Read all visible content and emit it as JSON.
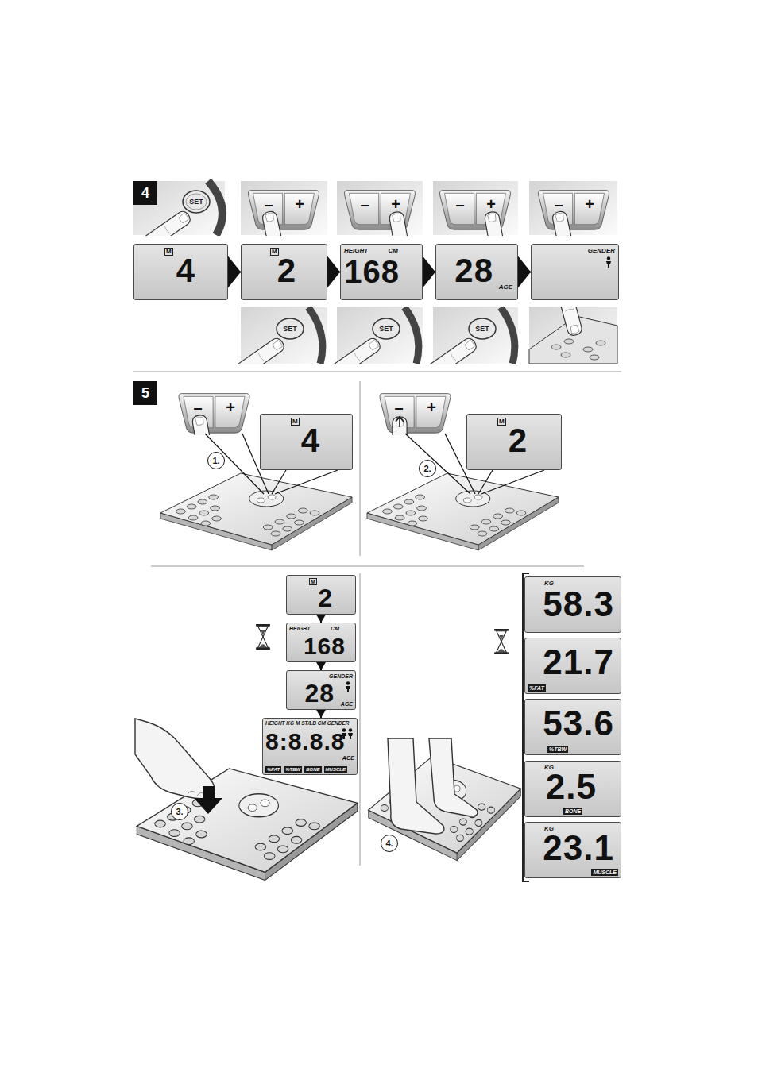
{
  "diagram": {
    "nodes": [
      {
        "text": [
          "M",
          "4"
        ]
      },
      {
        "text": [
          "M",
          "2"
        ]
      },
      {
        "text": [
          "HEIGHT",
          "CM",
          "168"
        ]
      },
      {
        "text": [
          "28",
          "AGE"
        ]
      },
      {
        "text": [
          "GENDER"
        ]
      },
      {
        "text": [
          "M",
          "4"
        ]
      },
      {
        "text": [
          "M",
          "2"
        ]
      },
      {
        "text": [
          "M",
          "2"
        ]
      },
      {
        "text": [
          "HEIGHT",
          "CM",
          "168"
        ]
      },
      {
        "text": [
          "GENDER",
          "28",
          "AGE"
        ]
      },
      {
        "text": [
          "HEIGHT KG M ST/LB CM GENDER",
          "8:8.8.8",
          "AGE",
          "%FAT",
          "%TBW",
          "BONE",
          "MUSCLE"
        ]
      },
      {
        "text": [
          "KG",
          "58.3"
        ]
      },
      {
        "text": [
          "21.7",
          "%FAT"
        ]
      },
      {
        "text": [
          "53.6",
          "%TBW"
        ]
      },
      {
        "text": [
          "KG",
          "2.5",
          "BONE"
        ]
      },
      {
        "text": [
          "KG",
          "23.1",
          "MUSCLE"
        ]
      }
    ],
    "edges": [
      {
        "from": 0,
        "to": 1,
        "arrow": "to"
      },
      {
        "from": 1,
        "to": 2,
        "arrow": "to"
      },
      {
        "from": 2,
        "to": 3,
        "arrow": "to"
      },
      {
        "from": 3,
        "to": 4,
        "arrow": "to"
      },
      {
        "from": 7,
        "to": 8,
        "arrow": "to"
      },
      {
        "from": 8,
        "to": 9,
        "arrow": "to"
      },
      {
        "from": 9,
        "to": 10,
        "arrow": "to"
      }
    ],
    "labels": [
      "4",
      "SET",
      "–",
      "+",
      "–",
      "+",
      "–",
      "+",
      "–",
      "+",
      "SET",
      "SET",
      "SET",
      "5",
      "–",
      "+",
      "1.",
      "–",
      "+",
      "2.",
      "3.",
      "4."
    ]
  }
}
